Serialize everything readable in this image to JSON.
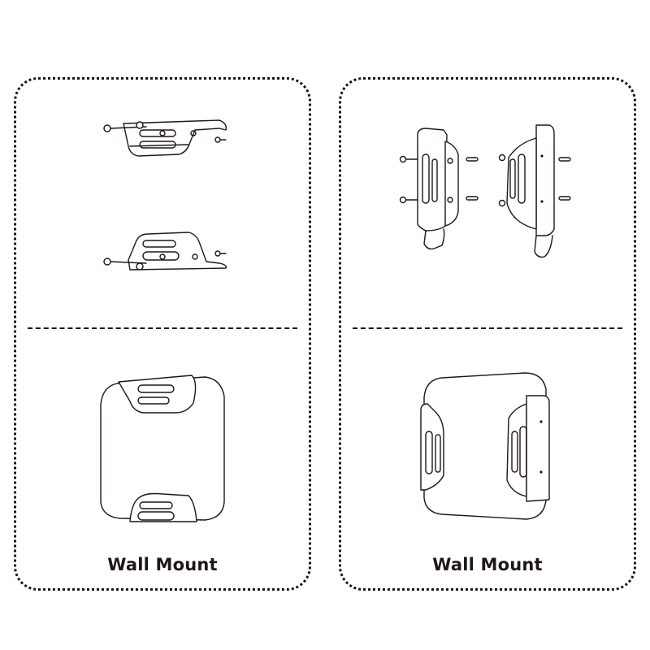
{
  "panels": [
    {
      "id": "left",
      "steps": [
        {
          "name": "bracket-top-exploded",
          "description": "Top bracket with screws (exploded view)"
        },
        {
          "name": "bracket-bottom-exploded",
          "description": "Bottom bracket with screws (exploded view)"
        },
        {
          "name": "device-mounted-vertical",
          "description": "Device held by top and bottom brackets"
        }
      ],
      "label": "Wall Mount"
    },
    {
      "id": "right",
      "steps": [
        {
          "name": "brackets-side-exploded",
          "description": "Left and right side brackets with screws (exploded view)"
        },
        {
          "name": "device-mounted-horizontal",
          "description": "Device held by left and right brackets"
        }
      ],
      "label": "Wall Mount"
    }
  ],
  "colors": {
    "ink": "#1e1716",
    "background": "#ffffff"
  }
}
